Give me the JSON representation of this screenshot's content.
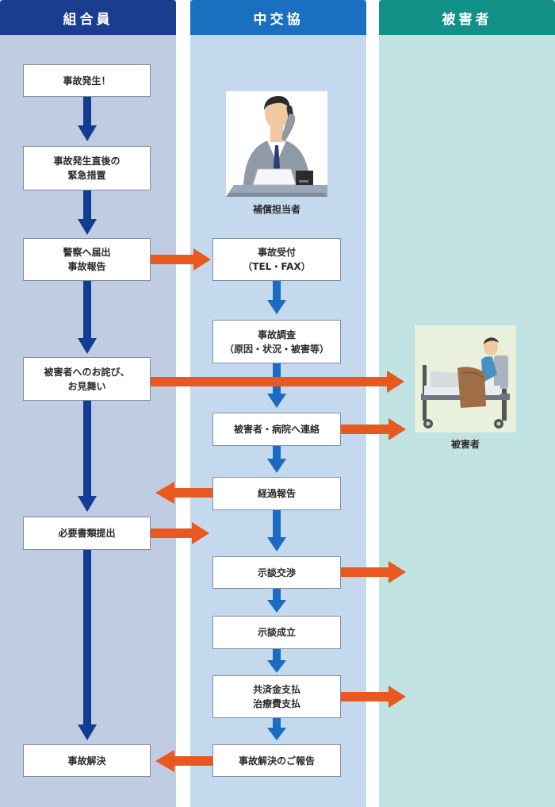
{
  "colors": {
    "col1_head": "#1a3d8f",
    "col1_bg": "#bfcce2",
    "col2_head": "#1a6fbf",
    "col2_bg": "#c4d9ee",
    "col3_head": "#119188",
    "col3_bg": "#c0e2e0",
    "navy_arrow": "#133d94",
    "blue_arrow": "#1b6cc0",
    "orange_arrow": "#e8581f"
  },
  "headers": {
    "col1": "組合員",
    "col2": "中交協",
    "col3": "被害者"
  },
  "member_steps": {
    "s1": "事故発生！",
    "s2": "事故発生直後の\n緊急措置",
    "s3": "警察へ届出\n事故報告",
    "s4": "被害者へのお詫び、\nお見舞い",
    "s5": "必要書類提出",
    "s6": "事故解決"
  },
  "assoc_steps": {
    "s1": "事故受付\n（TEL・FAX）",
    "s2": "事故調査\n（原因・状況・被害等）",
    "s3": "被害者・病院へ連絡",
    "s4": "経過報告",
    "s5": "示談交渉",
    "s6": "示談成立",
    "s7": "共済金支払\n治療費支払",
    "s8": "事故解決のご報告"
  },
  "captions": {
    "staff": "補償担当者",
    "victim": "被害者"
  },
  "icons": {
    "staff": "phone-operator-icon",
    "victim": "hospital-patient-icon"
  }
}
